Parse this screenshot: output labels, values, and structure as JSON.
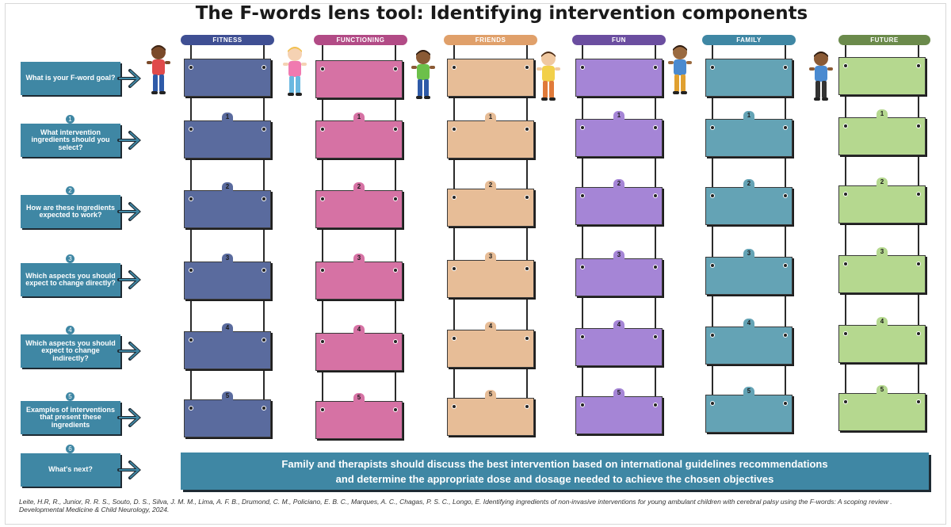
{
  "title": "The F-words lens tool: Identifying intervention components",
  "columns": [
    {
      "label": "FITNESS",
      "color": "#3f4f93",
      "box_color": "#5a6b9e"
    },
    {
      "label": "FUNCTIONING",
      "color": "#b24b86",
      "box_color": "#d672a4"
    },
    {
      "label": "FRIENDS",
      "color": "#e0a06a",
      "box_color": "#e7bd97"
    },
    {
      "label": "FUN",
      "color": "#6b4ea0",
      "box_color": "#a585d6"
    },
    {
      "label": "FAMILY",
      "color": "#3f87a4",
      "box_color": "#64a3b5"
    },
    {
      "label": "FUTURE",
      "color": "#6b8a4b",
      "box_color": "#b5d88f"
    }
  ],
  "rows": [
    {
      "number": "",
      "label": "What is your F-word goal?"
    },
    {
      "number": "1",
      "label": "What intervention ingredients should you select?"
    },
    {
      "number": "2",
      "label": "How are these ingredients expected to work?"
    },
    {
      "number": "3",
      "label": "Which aspects you should expect to change directly?"
    },
    {
      "number": "4",
      "label": "Which aspects you should expect to change indirectly?"
    },
    {
      "number": "5",
      "label": "Examples of interventions that present these ingredients"
    },
    {
      "number": "6",
      "label": "What's next?"
    }
  ],
  "banner": {
    "line1": "Family and therapists should discuss the best intervention based on international guidelines recommendations",
    "line2": "and determine the appropriate dose and dosage needed to achieve the chosen objectives"
  },
  "citation": "Leite, H.R, R., Junior, R. R. S., Souto, D. S., Silva, J. M. M., Lima, A. F. B., Drumond, C. M., Policiano, E. B. C., Marques, A. C., Chagas, P. S. C., Longo, E. Identifying ingredients of non-invasive interventions for young ambulant children with cerebral palsy using the F-words: A scoping review . Developmental Medicine & Child Neurology, 2024.",
  "icons": {
    "arrow": "arrow-right-icon",
    "kids": [
      "child-with-dumbbells-icon",
      "girl-waving-icon",
      "child-running-icon",
      "girl-with-racket-icon",
      "parent-with-child-icon",
      "child-standing-icon"
    ]
  }
}
